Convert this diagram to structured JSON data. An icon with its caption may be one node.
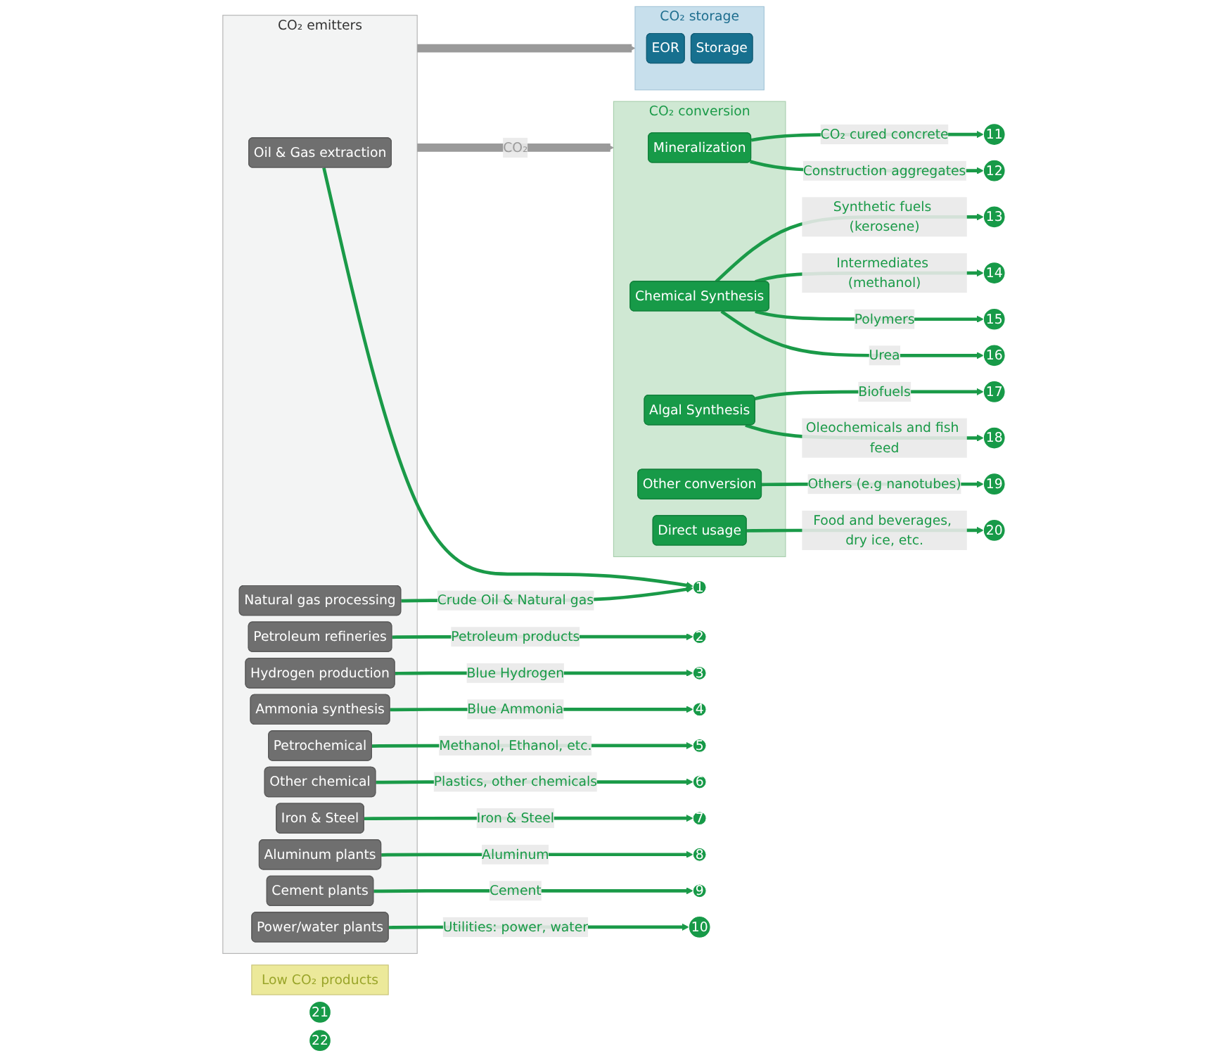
{
  "diagram": {
    "nodes": [
      {
        "text": [
          "CO₂ emitters"
        ]
      },
      {
        "text": [
          "Oil & Gas extraction"
        ],
        "in": 0
      },
      {
        "text": [
          "Natural gas processing"
        ],
        "in": 0
      },
      {
        "text": [
          "Petroleum refineries"
        ],
        "in": 0
      },
      {
        "text": [
          "Hydrogen production"
        ],
        "in": 0
      },
      {
        "text": [
          "Ammonia synthesis"
        ],
        "in": 0
      },
      {
        "text": [
          "Petrochemical"
        ],
        "in": 0
      },
      {
        "text": [
          "Other chemical"
        ],
        "in": 0
      },
      {
        "text": [
          "Iron & Steel"
        ],
        "in": 0
      },
      {
        "text": [
          "Aluminum plants"
        ],
        "in": 0
      },
      {
        "text": [
          "Cement plants"
        ],
        "in": 0
      },
      {
        "text": [
          "Power/water plants"
        ],
        "in": 0
      },
      {
        "text": [
          "Low CO₂ products"
        ]
      },
      {
        "text": [
          "1"
        ]
      },
      {
        "text": [
          "2"
        ]
      },
      {
        "text": [
          "3"
        ]
      },
      {
        "text": [
          "4"
        ]
      },
      {
        "text": [
          "5"
        ]
      },
      {
        "text": [
          "6"
        ]
      },
      {
        "text": [
          "7"
        ]
      },
      {
        "text": [
          "8"
        ]
      },
      {
        "text": [
          "9"
        ]
      },
      {
        "text": [
          "10"
        ]
      },
      {
        "text": [
          "CO₂ conversion"
        ]
      },
      {
        "text": [
          "Mineralization"
        ],
        "in": 23
      },
      {
        "text": [
          "Chemical Synthesis"
        ],
        "in": 23
      },
      {
        "text": [
          "Algal Synthesis"
        ],
        "in": 23
      },
      {
        "text": [
          "Other conversion"
        ],
        "in": 23
      },
      {
        "text": [
          "Direct usage"
        ],
        "in": 23
      },
      {
        "text": [
          "11"
        ]
      },
      {
        "text": [
          "12"
        ]
      },
      {
        "text": [
          "13"
        ]
      },
      {
        "text": [
          "14"
        ]
      },
      {
        "text": [
          "15"
        ]
      },
      {
        "text": [
          "16"
        ]
      },
      {
        "text": [
          "17"
        ]
      },
      {
        "text": [
          "18"
        ]
      },
      {
        "text": [
          "19"
        ]
      },
      {
        "text": [
          "20"
        ]
      },
      {
        "text": [
          "CO₂ storage"
        ]
      },
      {
        "text": [
          "EOR"
        ],
        "in": 39
      },
      {
        "text": [
          "Storage"
        ],
        "in": 39
      },
      {
        "text": [
          "21"
        ]
      },
      {
        "text": [
          "22"
        ]
      }
    ],
    "edges": [
      {
        "from": 1,
        "to": 13,
        "arrow": "to"
      },
      {
        "from": 2,
        "to": 13,
        "arrow": "to",
        "label": "Crude Oil & Natural gas"
      },
      {
        "from": 3,
        "to": 14,
        "arrow": "to",
        "label": "Petroleum products"
      },
      {
        "from": 4,
        "to": 15,
        "arrow": "to",
        "label": "Blue Hydrogen"
      },
      {
        "from": 5,
        "to": 16,
        "arrow": "to",
        "label": "Blue Ammonia"
      },
      {
        "from": 6,
        "to": 17,
        "arrow": "to",
        "label": "Methanol, Ethanol, etc."
      },
      {
        "from": 7,
        "to": 18,
        "arrow": "to",
        "label": "Plastics, other chemicals"
      },
      {
        "from": 8,
        "to": 19,
        "arrow": "to",
        "label": "Iron & Steel"
      },
      {
        "from": 9,
        "to": 20,
        "arrow": "to",
        "label": "Aluminum"
      },
      {
        "from": 10,
        "to": 21,
        "arrow": "to",
        "label": "Cement"
      },
      {
        "from": 11,
        "to": 22,
        "arrow": "to",
        "label": "Utilities: power, water"
      },
      {
        "from": 24,
        "to": 29,
        "arrow": "to",
        "label": "CO₂ cured concrete"
      },
      {
        "from": 24,
        "to": 30,
        "arrow": "to",
        "label": "Construction aggregates"
      },
      {
        "from": 25,
        "to": 31,
        "arrow": "to",
        "label": "Synthetic fuels (kerosene)"
      },
      {
        "from": 25,
        "to": 32,
        "arrow": "to",
        "label": "Intermediates (methanol)"
      },
      {
        "from": 25,
        "to": 33,
        "arrow": "to",
        "label": "Polymers"
      },
      {
        "from": 25,
        "to": 34,
        "arrow": "to",
        "label": "Urea"
      },
      {
        "from": 26,
        "to": 35,
        "arrow": "to",
        "label": "Biofuels"
      },
      {
        "from": 26,
        "to": 36,
        "arrow": "to",
        "label": "Oleochemicals and fish feed"
      },
      {
        "from": 27,
        "to": 37,
        "arrow": "to",
        "label": "Others (e.g nanotubes)"
      },
      {
        "from": 28,
        "to": 38,
        "arrow": "to",
        "label": "Food and beverages, dry ice, etc."
      },
      {
        "from": 0,
        "to": 23,
        "arrow": "to",
        "label": "CO₂",
        "style": "thick",
        "color": "#9a9a9a"
      },
      {
        "from": 0,
        "to": 39,
        "arrow": "to",
        "style": "thick",
        "color": "#9a9a9a"
      }
    ]
  }
}
